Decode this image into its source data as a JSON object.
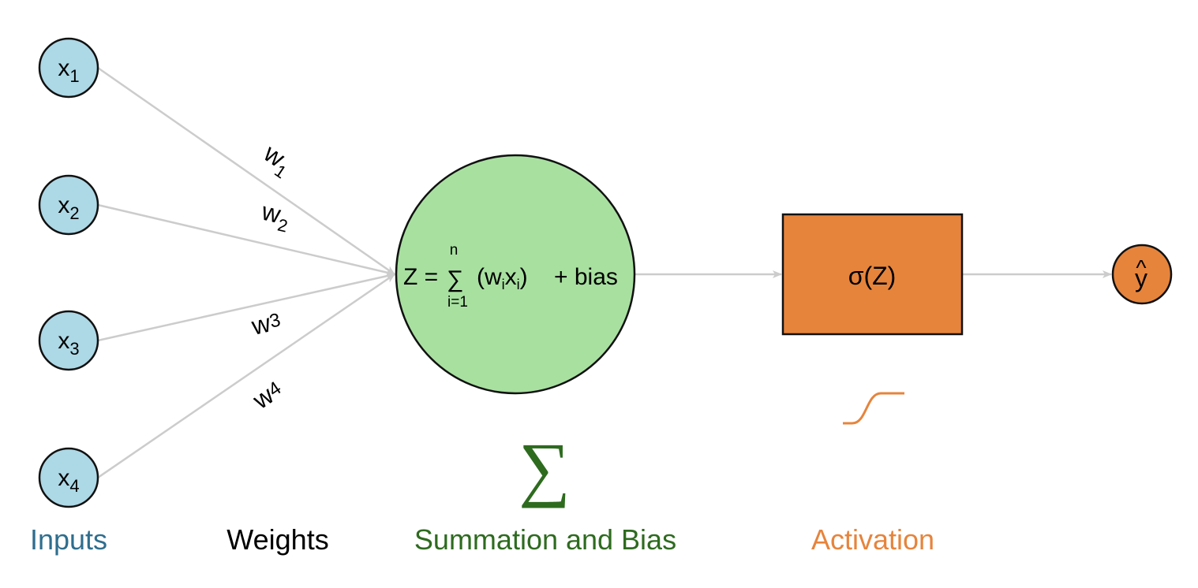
{
  "colors": {
    "input_fill": "#add8e6",
    "sum_fill": "#a8e0a0",
    "activation_fill": "#e6843c",
    "output_fill": "#e6843c",
    "edge": "#cccccc",
    "stroke": "#111111",
    "label_inputs": "#2f6e8e",
    "label_weights": "#000000",
    "label_summation": "#2e6b1f",
    "label_activation": "#e6843c"
  },
  "inputs": [
    {
      "base": "x",
      "sub": "1"
    },
    {
      "base": "x",
      "sub": "2"
    },
    {
      "base": "x",
      "sub": "3"
    },
    {
      "base": "x",
      "sub": "4"
    }
  ],
  "weights": [
    {
      "base": "w",
      "sub": "1"
    },
    {
      "base": "w",
      "sub": "2"
    },
    {
      "base": "w",
      "sub": "3"
    },
    {
      "base": "w",
      "sub": "4"
    }
  ],
  "summation": {
    "lhs": "Z =",
    "sigma": "∑",
    "upper": "n",
    "lower": "i=1",
    "term_open": "(w",
    "term_sub1": "i",
    "term_mid": "x",
    "term_sub2": "i",
    "term_close": ")",
    "plus_bias": "+ bias",
    "big_symbol": "∑"
  },
  "activation": {
    "formula": "σ(Z)"
  },
  "output": {
    "hat": "^",
    "symbol": "y"
  },
  "labels": {
    "inputs": "Inputs",
    "weights": "Weights",
    "summation": "Summation and Bias",
    "activation": "Activation"
  }
}
